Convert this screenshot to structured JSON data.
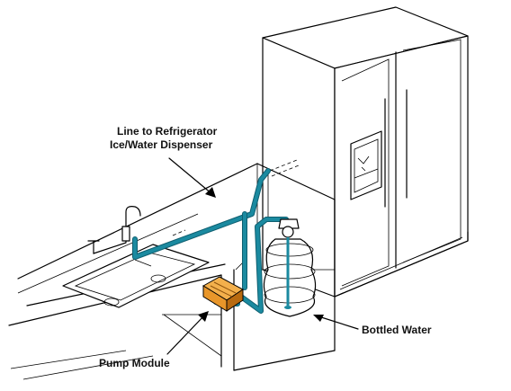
{
  "labels": {
    "line_to_refrigerator_1": "Line to Refrigerator",
    "line_to_refrigerator_2": "Ice/Water Dispenser",
    "bottled_water": "Bottled Water",
    "pump_module": "Pump Module"
  },
  "colors": {
    "tubing": "#1b8aa0",
    "tubing_dark": "#0f5f70",
    "pump_body": "#e8962a",
    "pump_dark": "#b86a10",
    "outline": "#000000",
    "background": "#ffffff"
  }
}
